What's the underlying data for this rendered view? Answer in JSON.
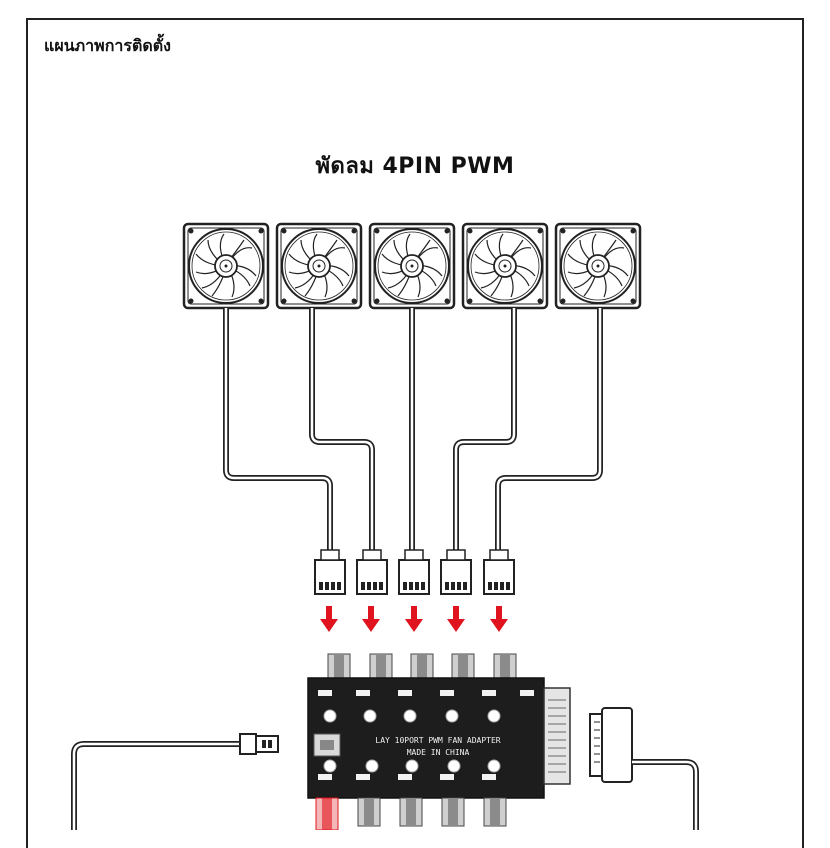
{
  "header": {
    "title": "แผนภาพการติดตั้ง"
  },
  "diagram": {
    "fan_section_title": "พัดลม 4PIN PWM",
    "fans": [
      {
        "id": "fan-1"
      },
      {
        "id": "fan-2"
      },
      {
        "id": "fan-3"
      },
      {
        "id": "fan-4"
      },
      {
        "id": "fan-5"
      }
    ],
    "hub": {
      "label_line1": "LAY 10PORT PWM FAN ADAPTER",
      "label_line2": "MADE IN CHINA",
      "port_count": 10
    },
    "colors": {
      "arrow": "#e0141e",
      "line": "#222222",
      "board": "#1d1d1d"
    },
    "icons": [
      "fan-icon",
      "down-arrow-icon",
      "fan-connector-icon",
      "sata-connector-icon",
      "fan-hub-icon"
    ]
  }
}
